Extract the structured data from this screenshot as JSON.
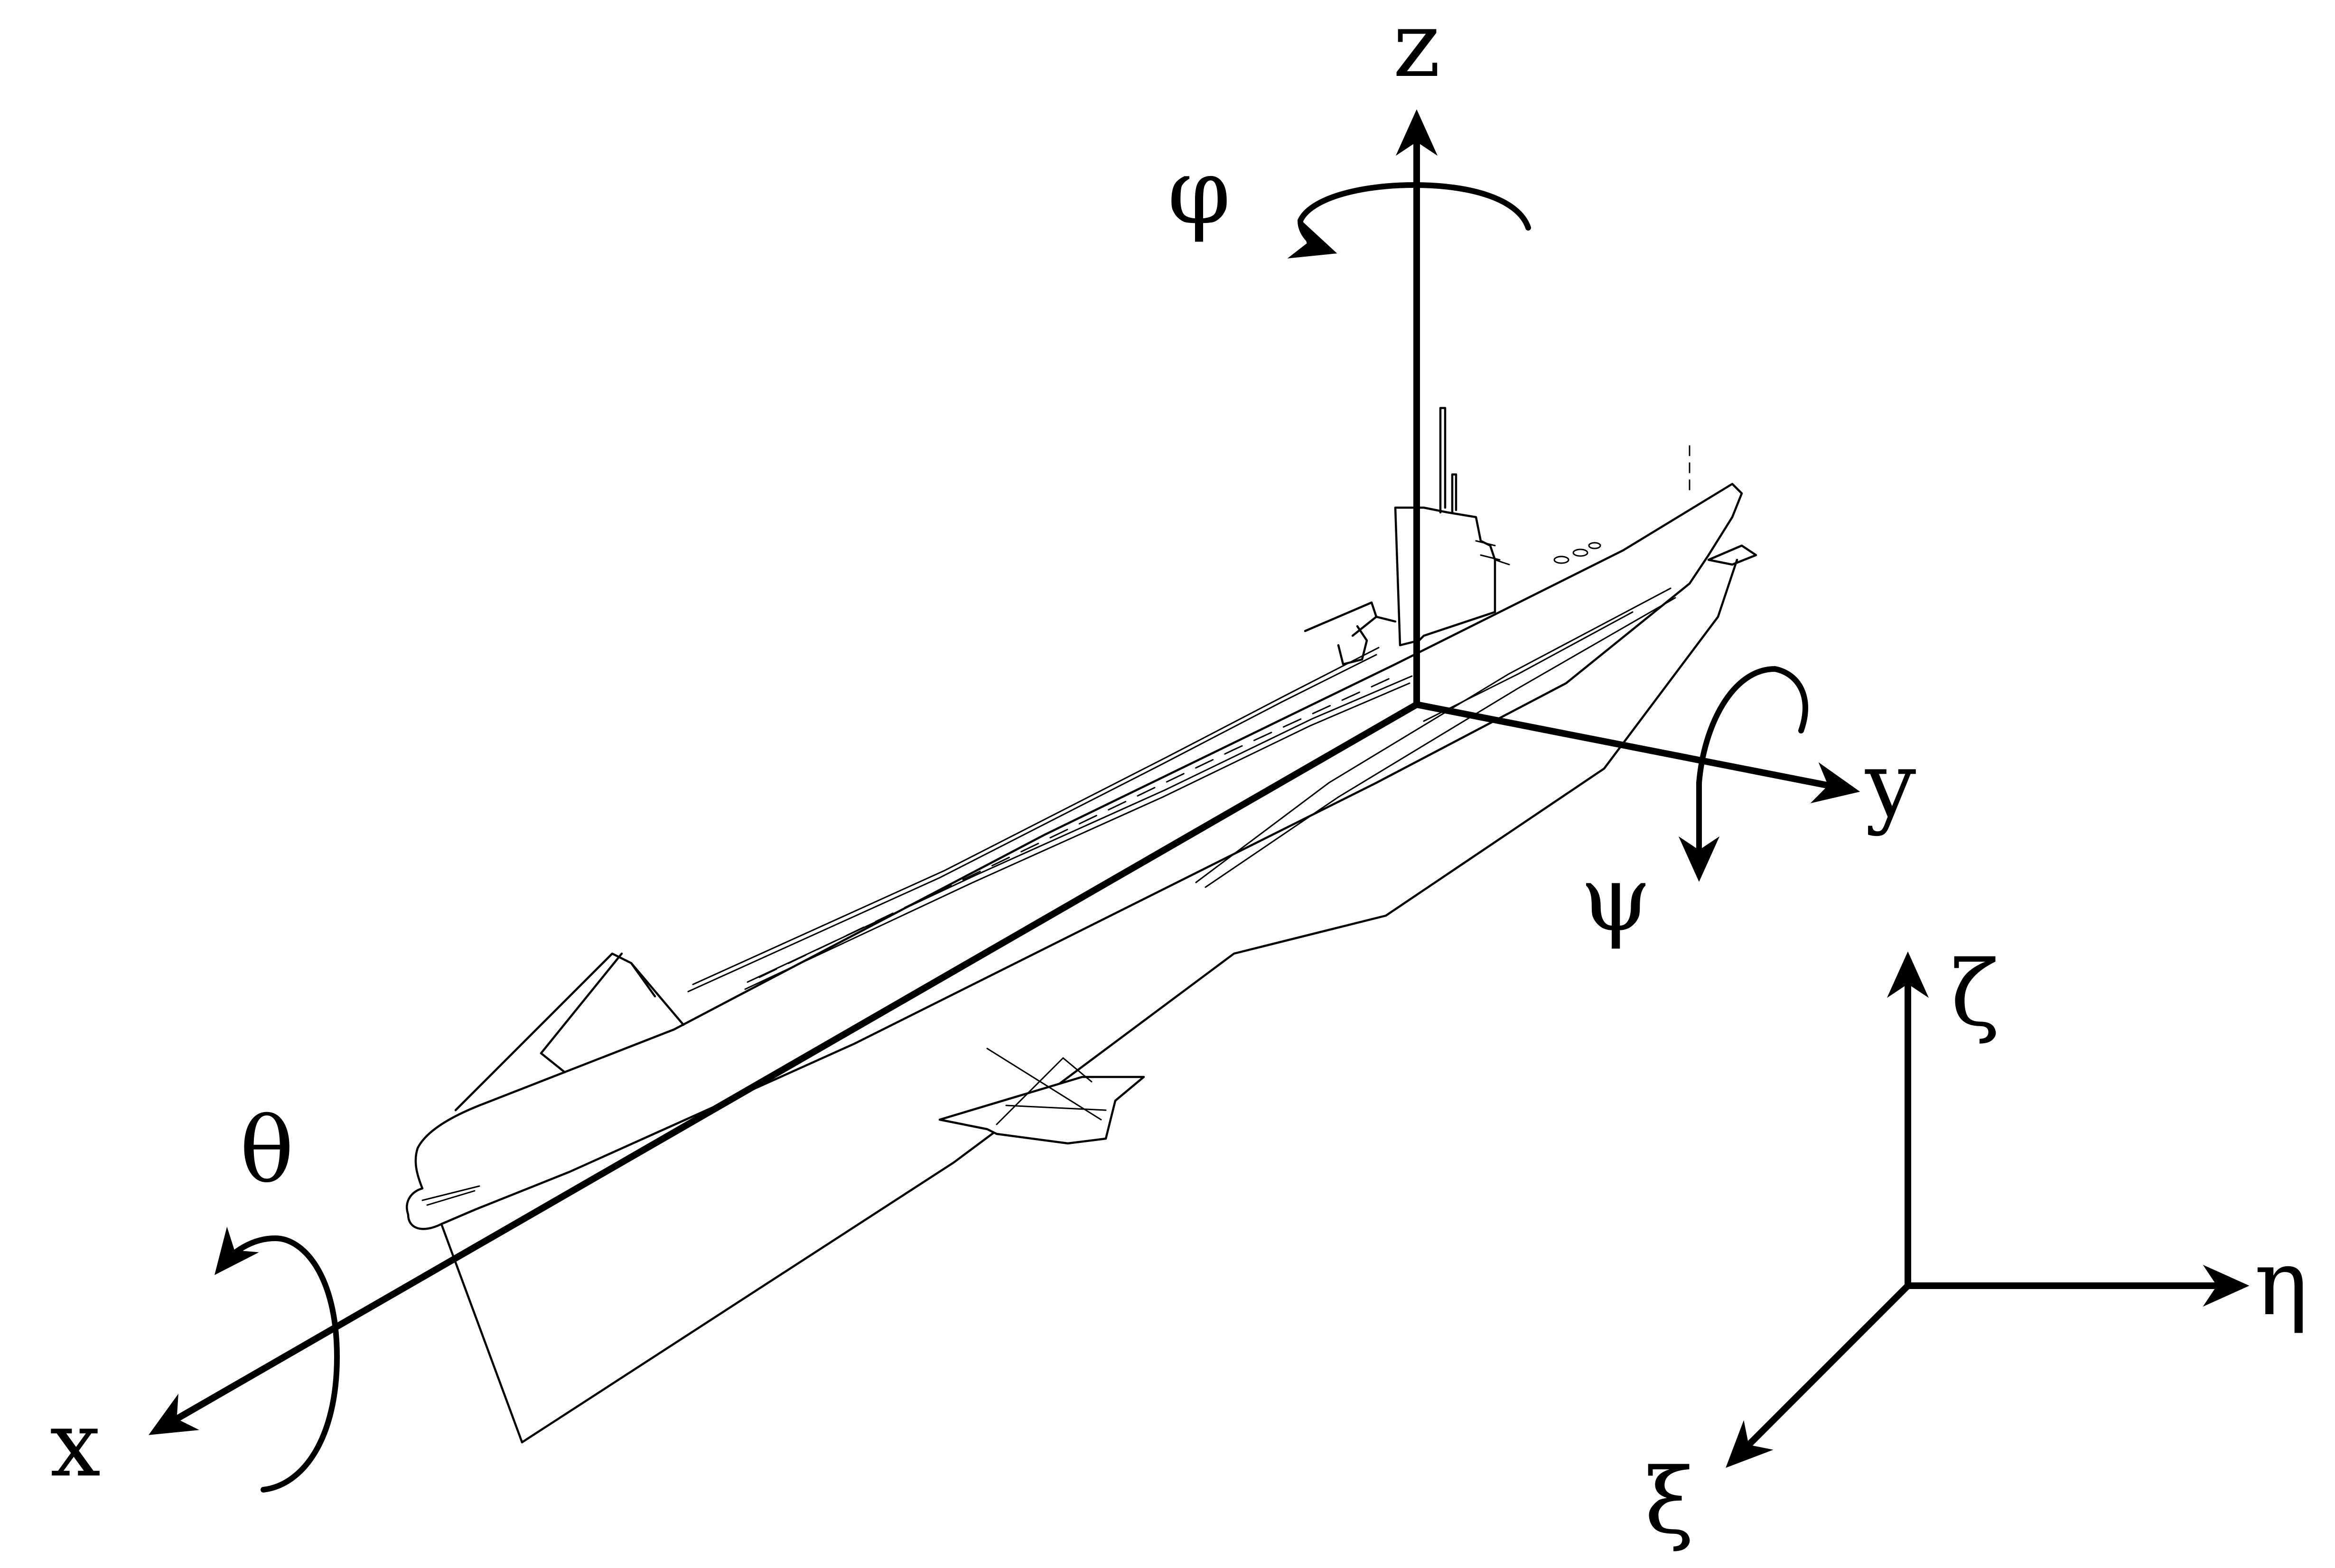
{
  "body_frame": {
    "x_label": "x",
    "y_label": "y",
    "z_label": "z"
  },
  "rotations": {
    "about_x": "θ",
    "about_y": "ψ",
    "about_z": "φ"
  },
  "earth_frame": {
    "xi_label": "ξ",
    "eta_label": "η",
    "zeta_label": "ζ"
  },
  "colors": {
    "line": "#000000",
    "background": "#ffffff"
  }
}
